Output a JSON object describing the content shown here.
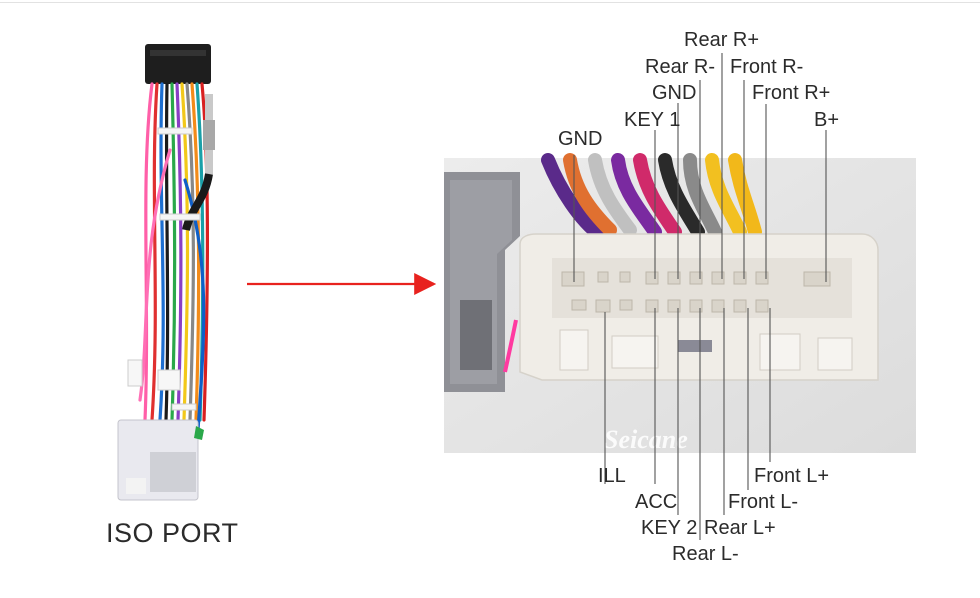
{
  "caption": "ISO PORT",
  "watermark": "Seicane",
  "colors": {
    "arrow": "#e8221e",
    "callout_line": "#555555",
    "label_text": "#2b2b2b",
    "connector_body": "#eeeae4",
    "panel_background": "#e4e4e4"
  },
  "top_labels": [
    "Rear R+",
    "Rear R-",
    "Front R-",
    "GND",
    "Front R+",
    "KEY 1",
    "B+",
    "GND"
  ],
  "bottom_labels": [
    "ILL",
    "Front L+",
    "ACC",
    "Front L-",
    "KEY 2",
    "Rear L+",
    "Rear L-"
  ]
}
